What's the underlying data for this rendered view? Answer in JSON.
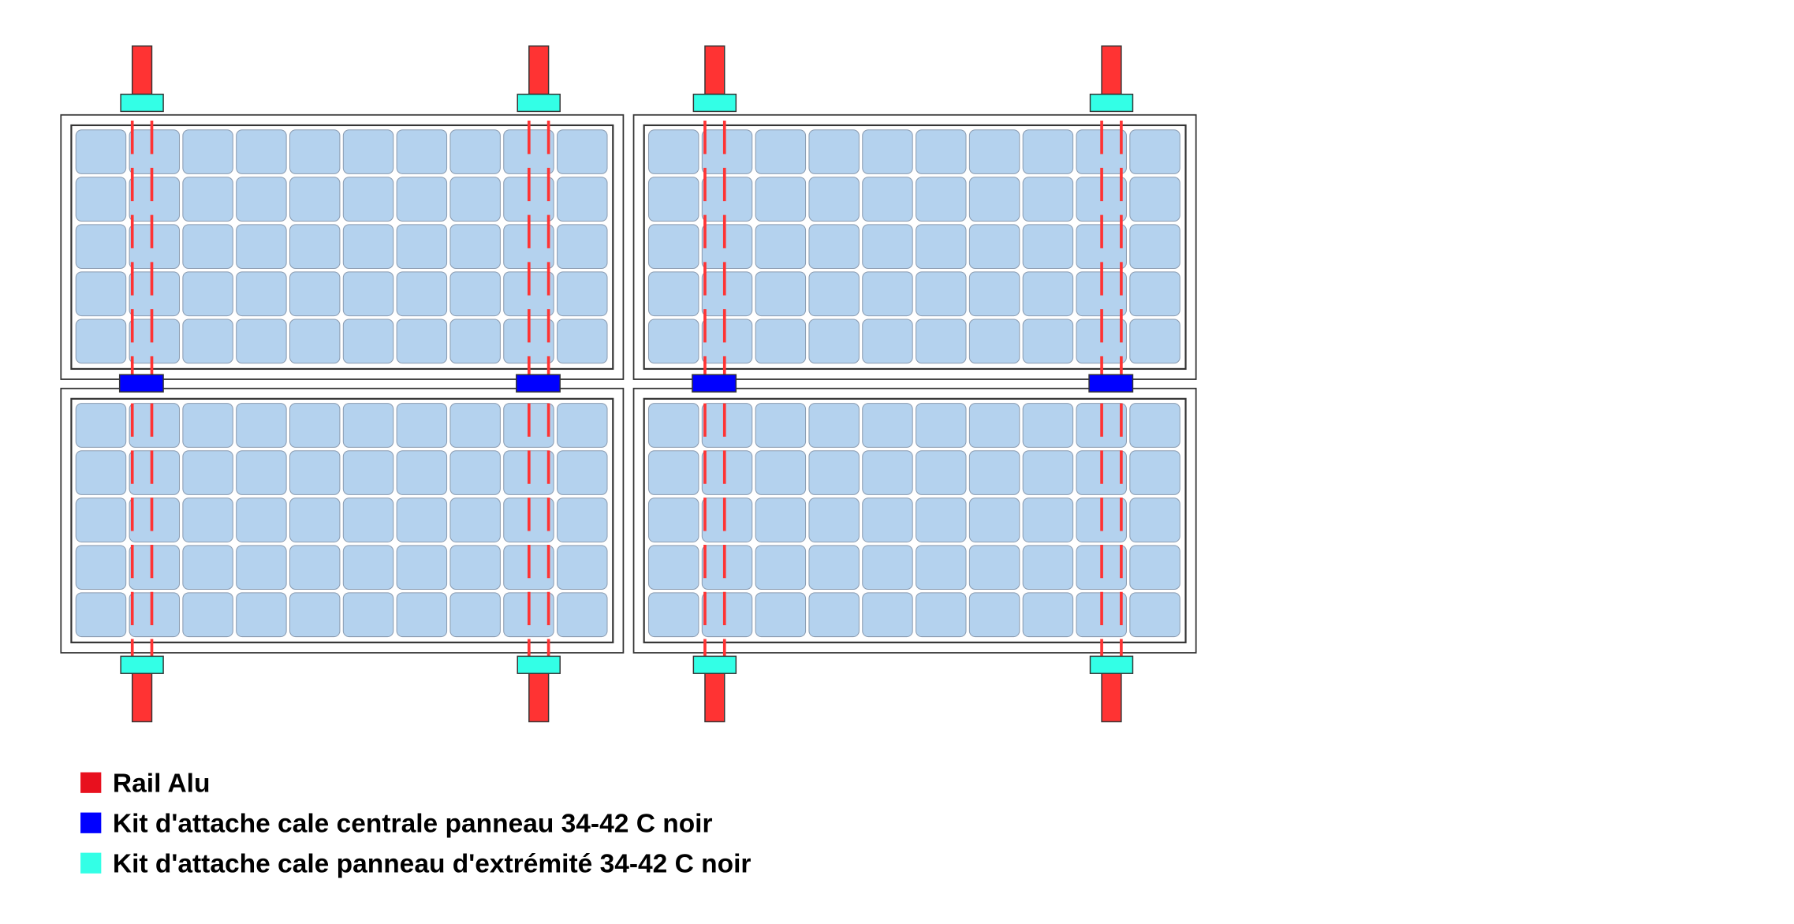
{
  "colors": {
    "rail": "#ff3333",
    "rail_dash": "#ff3333",
    "end_clamp": "#33ffe6",
    "center_clamp": "#0000ff",
    "cell": "#b4d2ee",
    "cell_border": "#8a9bb0",
    "frame": "#333333"
  },
  "layout_grid": {
    "panel_columns": 2,
    "panel_rows": 2,
    "cell_columns": 10,
    "cell_rows": 5,
    "rails_per_panel_column": 2
  },
  "legend": [
    {
      "label": "Rail Alu",
      "color": "#e8101e"
    },
    {
      "label": "Kit d'attache cale centrale panneau 34-42 C noir",
      "color": "#0000ff"
    },
    {
      "label": "Kit d'attache cale panneau d'extrémité 34-42 C noir",
      "color": "#33ffe6"
    }
  ]
}
